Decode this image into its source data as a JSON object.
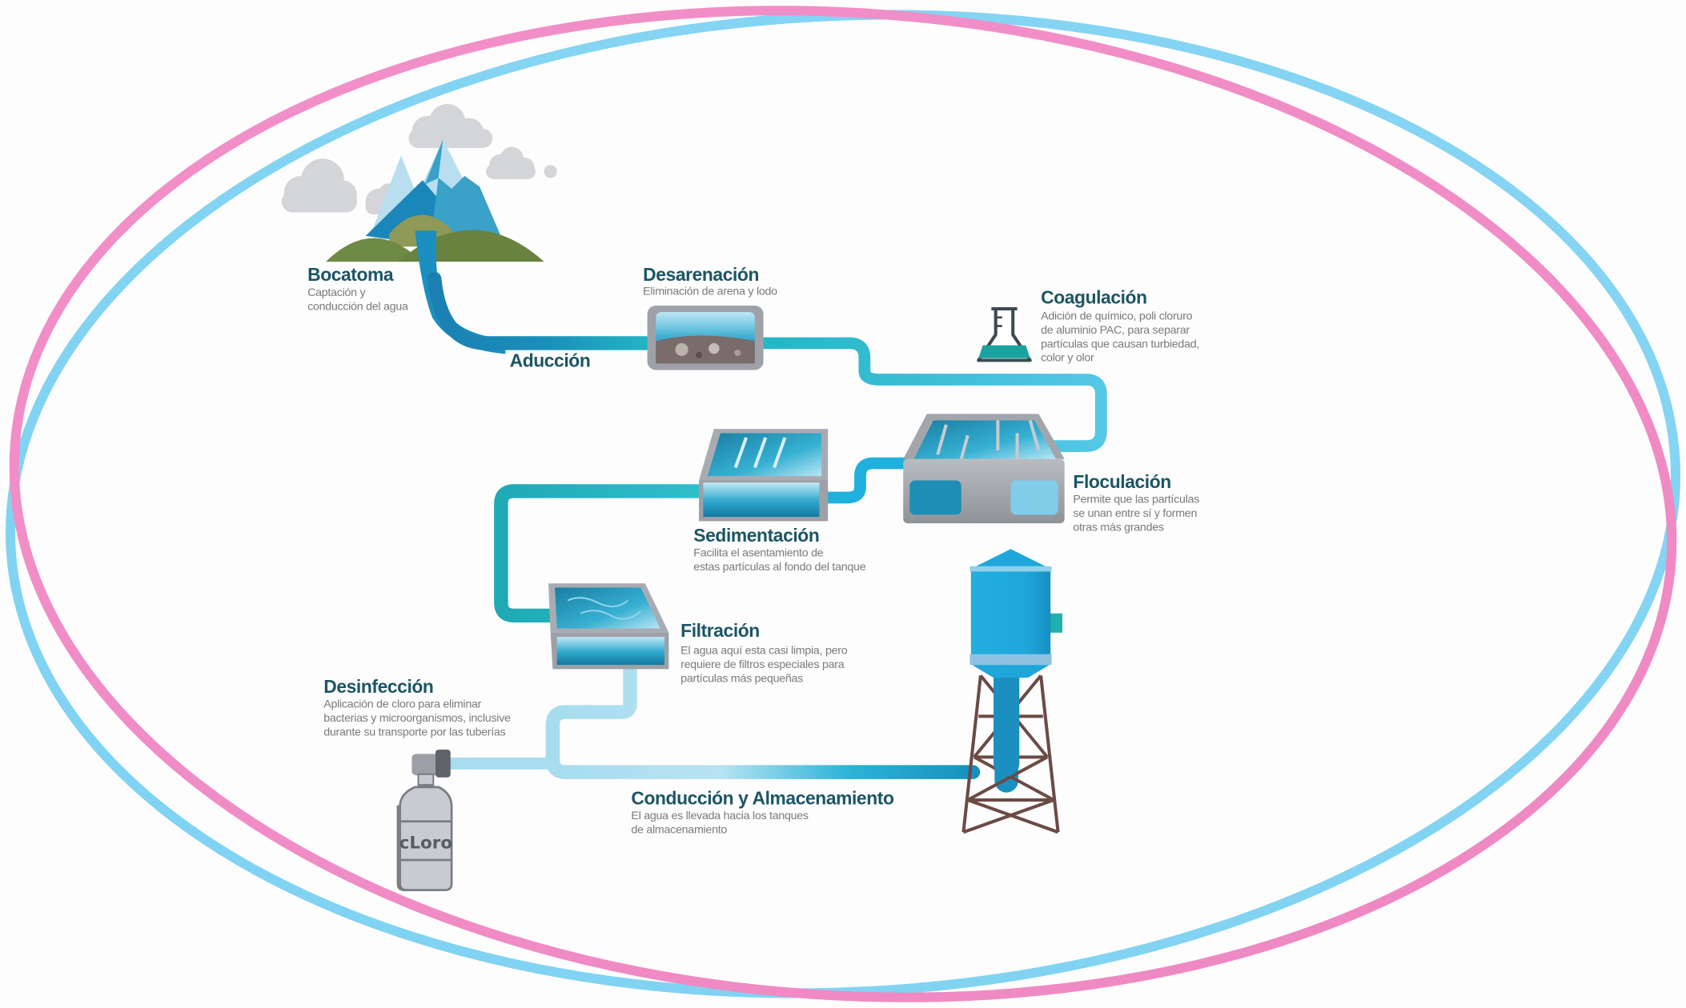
{
  "diagram": {
    "type": "water-treatment-process",
    "colors": {
      "frame_pink": "#f08cc6",
      "frame_blue": "#7fd3f2",
      "title_text": "#1b5565",
      "desc_text": "#7a7a7a",
      "pipe_dark": "#1b8fb8",
      "pipe_teal": "#22b6c4",
      "pipe_light": "#a8dcef",
      "tank_gray": "#a7abb1",
      "water_blue": "#29a7d6",
      "tower_legs": "#6b4a45",
      "mountain_green": "#6e8a44"
    },
    "stages": [
      {
        "id": "bocatoma",
        "title": "Bocatoma",
        "lines": [
          "Captación y",
          "conducción del agua"
        ]
      },
      {
        "id": "aduccion",
        "title": "Aducción",
        "lines": []
      },
      {
        "id": "desarenacion",
        "title": "Desarenación",
        "lines": [
          "Eliminación de arena y lodo"
        ]
      },
      {
        "id": "coagulacion",
        "title": "Coagulación",
        "lines": [
          "Adición de químico, poli cloruro",
          "de aluminio PAC, para separar",
          "partículas que causan turbiedad,",
          "color y olor"
        ]
      },
      {
        "id": "floculacion",
        "title": "Floculación",
        "lines": [
          "Permite que las partículas",
          "se unan entre sí y formen",
          "otras más grandes"
        ]
      },
      {
        "id": "sedimentacion",
        "title": "Sedimentación",
        "lines": [
          "Facilita el asentamiento de",
          "estas partículas al fondo del tanque"
        ]
      },
      {
        "id": "filtracion",
        "title": "Filtración",
        "lines": [
          "El agua aquí esta casi limpia, pero",
          "requiere de filtros especiales para",
          "partículas más pequeñas"
        ]
      },
      {
        "id": "desinfeccion",
        "title": "Desinfección",
        "lines": [
          "Aplicación de cloro para eliminar",
          "bacterias y microorganismos, inclusive",
          "durante su transporte por las tuberías"
        ]
      },
      {
        "id": "conduccion",
        "title": "Conducción y Almacenamiento",
        "lines": [
          "El agua es llevada hacia los tanques",
          "de almacenamiento"
        ]
      }
    ],
    "cloro_label": "cLoro"
  }
}
